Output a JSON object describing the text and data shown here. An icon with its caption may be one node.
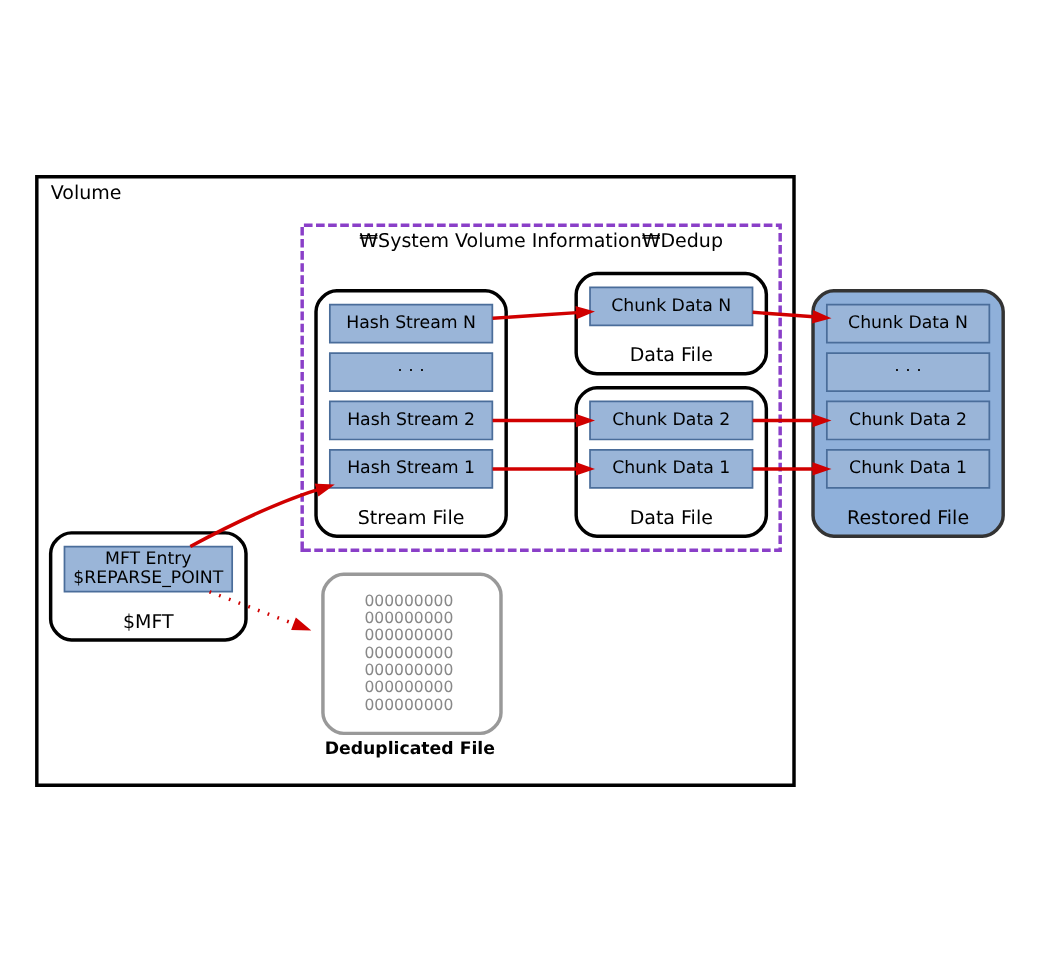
{
  "diagram": {
    "nodes": [
      {
        "text": [
          "Volume"
        ]
      },
      {
        "text": [
          "$MFT"
        ],
        "in": 0
      },
      {
        "text": [
          "MFT Entry",
          "$REPARSE_POINT"
        ],
        "in": 1
      },
      {
        "text": [
          "000000000 000000000 000000000 000000000 000000000 000000000 000000000",
          "Deduplicated File"
        ],
        "in": 0
      },
      {
        "text": [
          "₩System Volume Information₩Dedup"
        ],
        "in": 0
      },
      {
        "text": [
          "Stream File"
        ],
        "in": 4
      },
      {
        "text": [
          "Hash Stream 1"
        ],
        "in": 5
      },
      {
        "text": [
          "Hash Stream 2"
        ],
        "in": 5
      },
      {
        "text": [
          "· · ·"
        ],
        "in": 5
      },
      {
        "text": [
          "Hash Stream N"
        ],
        "in": 5
      },
      {
        "text": [
          "Data File"
        ],
        "in": 4
      },
      {
        "text": [
          "Chunk Data 1"
        ],
        "in": 10
      },
      {
        "text": [
          "Chunk Data 2"
        ],
        "in": 10
      },
      {
        "text": [
          "Data File"
        ],
        "in": 4
      },
      {
        "text": [
          "Chunk Data N"
        ],
        "in": 13
      },
      {
        "text": [
          "Restored File"
        ]
      },
      {
        "text": [
          "Chunk Data 1"
        ],
        "in": 15
      },
      {
        "text": [
          "Chunk Data 2"
        ],
        "in": 15
      },
      {
        "text": [
          "· · ·"
        ],
        "in": 15
      },
      {
        "text": [
          "Chunk Data N"
        ],
        "in": 15
      }
    ],
    "edges": [
      {
        "from": 2,
        "to": 6,
        "arrow": "to"
      },
      {
        "from": 6,
        "to": 11,
        "arrow": "to"
      },
      {
        "from": 7,
        "to": 12,
        "arrow": "to"
      },
      {
        "from": 9,
        "to": 14,
        "arrow": "to"
      },
      {
        "from": 11,
        "to": 16,
        "arrow": "to"
      },
      {
        "from": 12,
        "to": 17,
        "arrow": "to"
      },
      {
        "from": 14,
        "to": 19,
        "arrow": "to"
      },
      {
        "from": 2,
        "to": 3,
        "arrow": "to",
        "style": "dashed"
      }
    ]
  }
}
